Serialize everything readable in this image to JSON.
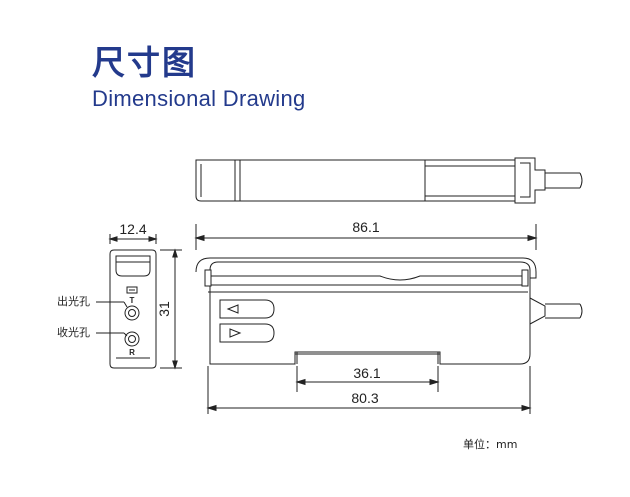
{
  "title": {
    "cn": "尺寸图",
    "en": "Dimensional Drawing"
  },
  "dimensions": {
    "side_width": "12.4",
    "side_height": "31",
    "total_length": "86.1",
    "inner_slot": "36.1",
    "body_length": "80.3"
  },
  "labels": {
    "emitter": "出光孔",
    "receiver": "收光孔",
    "emitter_mark": "T",
    "receiver_mark": "R"
  },
  "unit": "单位：mm",
  "colors": {
    "title": "#233a8c",
    "line": "#222222"
  }
}
